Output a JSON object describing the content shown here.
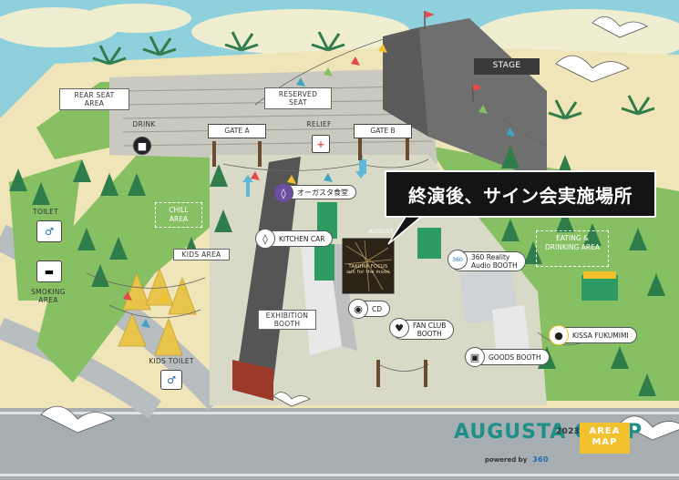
{
  "labels": {
    "stage": "STAGE",
    "rear_seat_area": "REAR SEAT\nAREA",
    "reserved_seat": "RESERVED\nSEAT",
    "drink": "DRINK",
    "relief": "RELIEF",
    "gate_a": "GATE A",
    "gate_b": "GATE B",
    "toilet": "TOILET",
    "smoking_area": "SMOKING\nAREA",
    "chill_area": "CHILL\nAREA",
    "kids_area": "KIDS AREA",
    "kids_toilet": "KIDS TOILET",
    "exhibition_booth": "EXHIBITION\nBOOTH",
    "eating_drinking_area": "EATING &\nDRINKING AREA",
    "augusta": "AUGUST"
  },
  "pills": {
    "organic_shokudo": "オーガスタ食堂",
    "kitchen_car": "KITCHEN CAR",
    "cd": "CD",
    "fan_club_booth": "FAN CLUB\nBOOTH",
    "goods_booth": "GOODS BOOTH",
    "reality_audio_booth": "360 Reality\nAudio BOOTH",
    "kissa_fukumimi": "KISSA FUKUMIMI"
  },
  "callout": "終演後、サイン会実施場所",
  "album_cover_text": "TAKUMA FOCUS\nsun for the moon",
  "branding": {
    "logo_text": "AUGUSTA CAMP",
    "year": "2023",
    "area_map": "AREA\nMAP",
    "powered_by": "powered by",
    "sponsor": "360"
  },
  "colors": {
    "grass": "#86c062",
    "plaza": "#d9d9c8",
    "sea": "#8fd0dd",
    "road": "#9aa3a6",
    "accent_yellow": "#f2c12e",
    "callout_bg": "#141414"
  }
}
